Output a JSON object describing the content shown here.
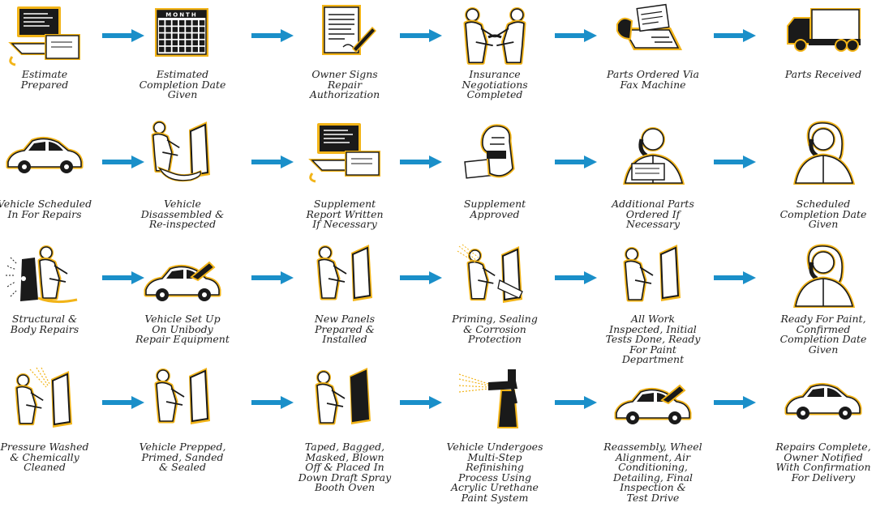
{
  "colors": {
    "arrow": "#1a8fc9",
    "outline": "#f2b418",
    "ink": "#1a1a1a"
  },
  "rows": [
    [
      {
        "icon": "computer-printer-icon",
        "lines": [
          "Estimate",
          "Prepared"
        ]
      },
      {
        "icon": "calendar-icon",
        "calendar_header": "MONTH",
        "lines": [
          "Estimated",
          "Completion Date",
          "Given"
        ]
      },
      {
        "icon": "signing-document-icon",
        "lines": [
          "Owner Signs",
          "Repair",
          "Authorization"
        ]
      },
      {
        "icon": "handshake-icon",
        "lines": [
          "Insurance",
          "Negotiations",
          "Completed"
        ]
      },
      {
        "icon": "fax-machine-icon",
        "lines": [
          "Parts Ordered Via",
          "Fax Machine"
        ]
      },
      {
        "icon": "delivery-truck-icon",
        "lines": [
          "Parts Received"
        ]
      }
    ],
    [
      {
        "icon": "car-icon",
        "lines": [
          "Vehicle Scheduled",
          "In For Repairs"
        ]
      },
      {
        "icon": "mechanic-disassembling-door-icon",
        "lines": [
          "Vehicle",
          "Disassembled &",
          "Re-inspected"
        ]
      },
      {
        "icon": "computer-printer-icon",
        "lines": [
          "Supplement",
          "Report Written",
          "If Necessary"
        ]
      },
      {
        "icon": "approval-stamp-icon",
        "lines": [
          "Supplement",
          "Approved"
        ]
      },
      {
        "icon": "man-on-phone-icon",
        "lines": [
          "Additional Parts",
          "Ordered If",
          "Necessary"
        ]
      },
      {
        "icon": "woman-on-phone-icon",
        "lines": [
          "Scheduled",
          "Completion Date",
          "Given"
        ]
      }
    ],
    [
      {
        "icon": "welder-icon",
        "lines": [
          "Structural &",
          "Body Repairs"
        ]
      },
      {
        "icon": "car-hood-open-icon",
        "lines": [
          "Vehicle Set Up",
          "On Unibody",
          "Repair Equipment"
        ]
      },
      {
        "icon": "mechanic-installing-panel-icon",
        "lines": [
          "New Panels",
          "Prepared &",
          "Installed"
        ]
      },
      {
        "icon": "spray-priming-icon",
        "lines": [
          "Priming, Sealing",
          "& Corrosion",
          "Protection"
        ]
      },
      {
        "icon": "inspector-panel-icon",
        "lines": [
          "All Work",
          "Inspected, Initial",
          "Tests Done, Ready",
          "For Paint",
          "Department"
        ]
      },
      {
        "icon": "woman-on-phone-icon",
        "lines": [
          "Ready For Paint,",
          "Confirmed",
          "Completion Date",
          "Given"
        ]
      }
    ],
    [
      {
        "icon": "pressure-washer-icon",
        "lines": [
          "Pressure Washed",
          "& Chemically",
          "Cleaned"
        ]
      },
      {
        "icon": "mechanic-prepping-door-icon",
        "lines": [
          "Vehicle Prepped,",
          "Primed, Sanded",
          "& Sealed"
        ]
      },
      {
        "icon": "masked-panel-icon",
        "lines": [
          "Taped, Bagged,",
          "Masked, Blown",
          "Off & Placed In",
          "Down Draft Spray",
          "Booth Oven"
        ]
      },
      {
        "icon": "spray-gun-icon",
        "lines": [
          "Vehicle Undergoes",
          "Multi-Step",
          "Refinishing",
          "Process Using",
          "Acrylic Urethane",
          "Paint System"
        ]
      },
      {
        "icon": "car-hood-open-icon",
        "lines": [
          "Reassembly, Wheel",
          "Alignment, Air",
          "Conditioning,",
          "Detailing, Final",
          "Inspection &",
          "Test Drive"
        ]
      },
      {
        "icon": "car-icon",
        "lines": [
          "Repairs Complete,",
          "Owner Notified",
          "With Confirmation",
          "For Delivery"
        ]
      }
    ]
  ]
}
